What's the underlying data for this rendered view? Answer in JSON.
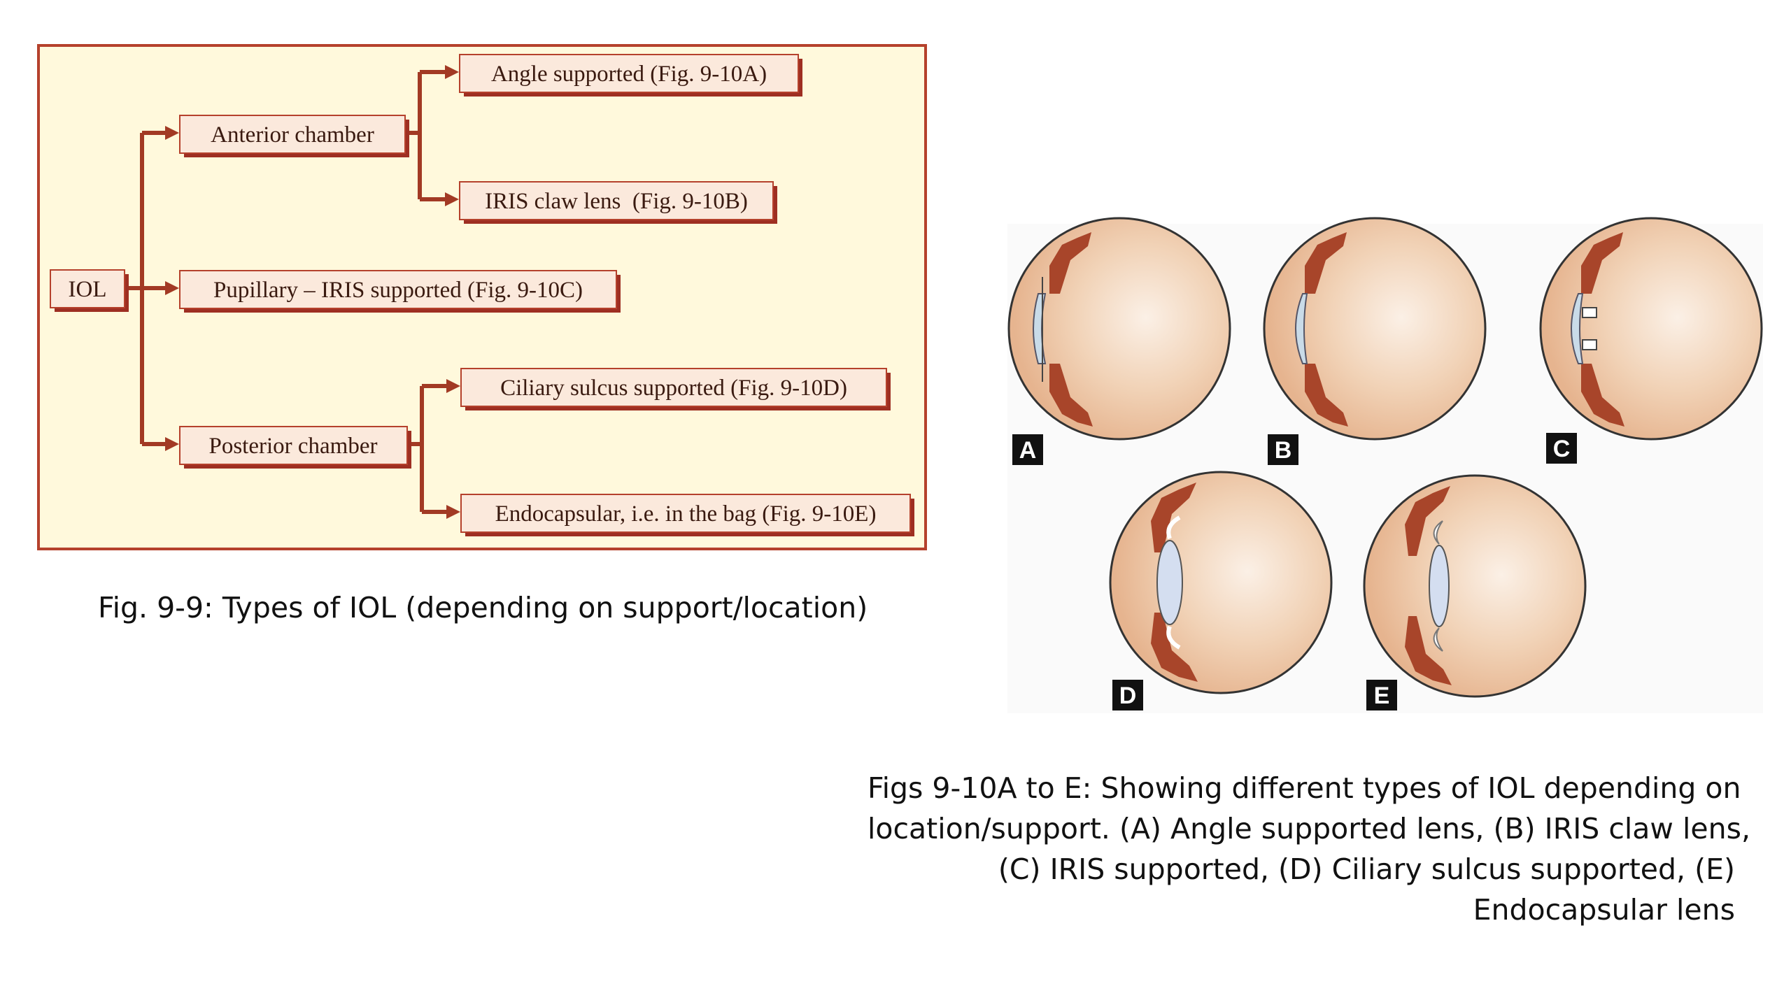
{
  "flowchart": {
    "root": "IOL",
    "anterior": "Anterior chamber",
    "pupillary": "Pupillary – IRIS supported (Fig. 9-10C)",
    "posterior": "Posterior chamber",
    "angle": "Angle supported (Fig. 9-10A)",
    "iris_claw": "IRIS claw lens  (Fig. 9-10B)",
    "ciliary": "Ciliary sulcus supported (Fig. 9-10D)",
    "endocapsular": "Endocapsular, i.e. in the bag (Fig. 9-10E)"
  },
  "caption_left": "Fig. 9-9: Types of IOL (depending on support/location)",
  "eye_labels": [
    "A",
    "B",
    "C",
    "D",
    "E"
  ],
  "caption_right": {
    "line1": "Figs 9-10A to E: Showing different types of IOL depending on",
    "line2": "location/support. (A) Angle supported lens, (B) IRIS claw lens,",
    "line3": "(C) IRIS supported, (D) Ciliary sulcus supported, (E)",
    "line4": "Endocapsular lens"
  },
  "colors": {
    "panel_bg": "#fff9dc",
    "panel_border": "#b5412c",
    "connector": "#a23a24",
    "box_shadow": "#9e2f22",
    "eye_fill": "#efc9a8",
    "iris": "#a8452a",
    "cornea": "#d7e8ee"
  }
}
